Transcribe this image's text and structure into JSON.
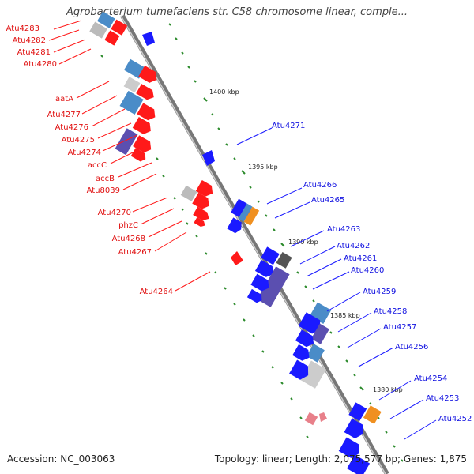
{
  "title": "Agrobacterium tumefaciens str. C58 chromosome linear, comple...",
  "accession": "Accession: NC_003063",
  "topology": "Topology: linear; Length: 2,075,577 bp; Genes: 1,875",
  "ruler_labels": [
    "1400 kbp",
    "1395 kbp",
    "1390 kbp",
    "1385 kbp",
    "1380 kbp"
  ],
  "left_labels": [
    "Atu4283",
    "Atu4282",
    "Atu4281",
    "Atu4280",
    "aatA",
    "Atu4277",
    "Atu4276",
    "Atu4275",
    "Atu4274",
    "accC",
    "accB",
    "Atu8039",
    "Atu4270",
    "phzC",
    "Atu4268",
    "Atu4267",
    "Atu4264"
  ],
  "right_labels": [
    "Atu4271",
    "Atu4266",
    "Atu4265",
    "Atu4263",
    "Atu4262",
    "Atu4261",
    "Atu4260",
    "Atu4259",
    "Atu4258",
    "Atu4257",
    "Atu4256",
    "Atu4254",
    "Atu4253",
    "Atu4252"
  ],
  "colors": {
    "forward": "#1a1aff",
    "reverse": "#ff1a1a",
    "steelblue": "#4a8cc8",
    "gray": "#bbbbbb",
    "darkgray": "#555555",
    "purple": "#5b4fb0",
    "orange": "#f09020",
    "pink": "#e8808a",
    "tick": "#2a8a2a"
  }
}
